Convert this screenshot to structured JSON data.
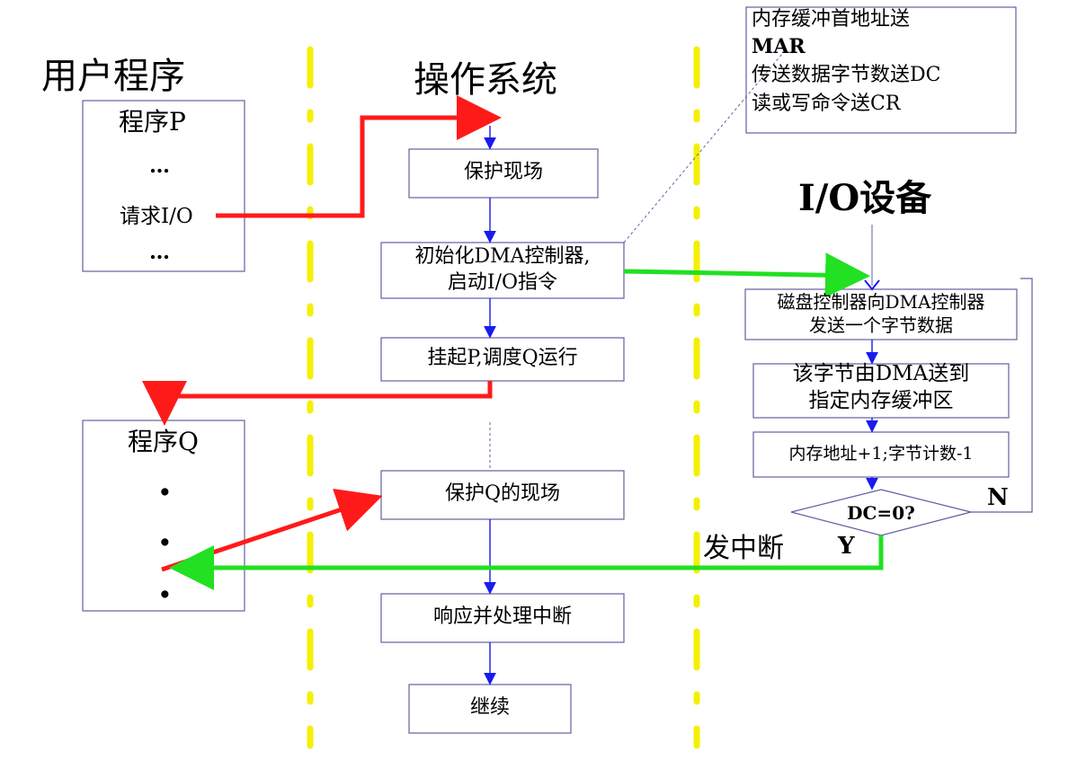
{
  "headers": {
    "user_program": "用户程序",
    "operating_system": "操作系统",
    "io_device": "I/O设备"
  },
  "user_program": {
    "program_p": "程序P",
    "dots_top": "…",
    "request_io": "请求I/O",
    "dots_bottom": "…",
    "program_q": "程序Q",
    "dot1": "•",
    "dot2": "•",
    "dot3": "•"
  },
  "os_steps": {
    "save_context": "保护现场",
    "init_dma_line1": "初始化DMA控制器,",
    "init_dma_line2": "启动I/O指令",
    "suspend_p": "挂起P,调度Q运行",
    "save_q_context": "保护Q的现场",
    "handle_interrupt": "响应并处理中断",
    "continue": "继续"
  },
  "dma_note": {
    "line1": "内存缓冲首地址送",
    "line2": "MAR",
    "line3": "传送数据字节数送DC",
    "line4": "读或写命令送CR"
  },
  "io_steps": {
    "disk_send_line1": "磁盘控制器向DMA控制器",
    "disk_send_line2": "发送一个字节数据",
    "byte_to_buffer_line1": "该字节由DMA送到",
    "byte_to_buffer_line2": "指定内存缓冲区",
    "update_counters": "内存地址+1;字节计数-1",
    "decision": "DC=0?",
    "no_label": "N",
    "yes_label": "Y",
    "raise_interrupt": "发中断"
  },
  "colors": {
    "red_arrow": "#ff1a1a",
    "green_arrow": "#22e022",
    "blue_arrow": "#1a1aee",
    "divider": "#f5ef00",
    "box_border": "#6060a0"
  }
}
